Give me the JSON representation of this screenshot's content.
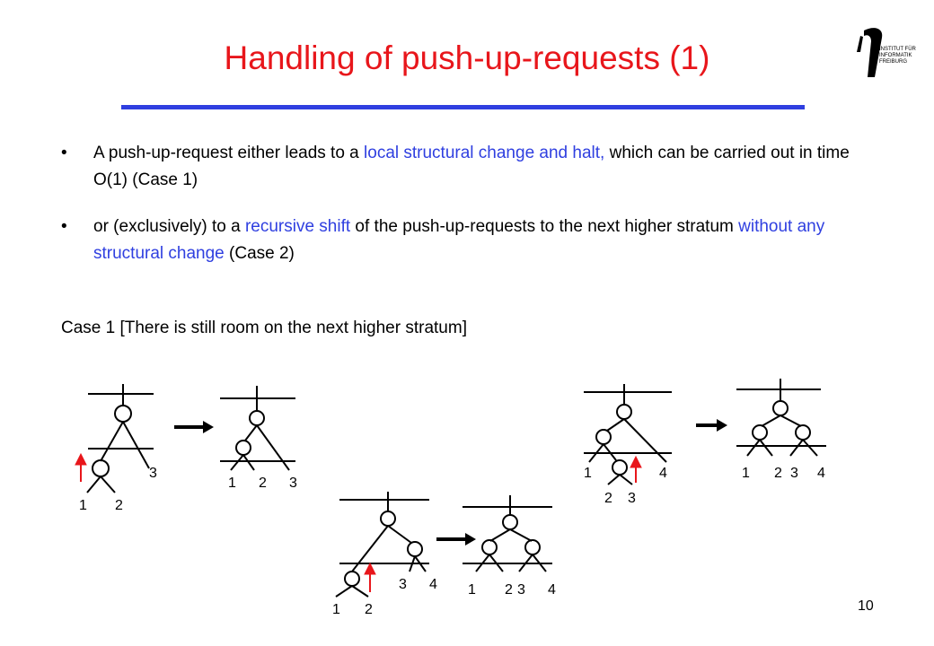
{
  "slide": {
    "title": "Handling of push-up-requests (1)",
    "logo": {
      "text": "INSTITUT FÜR\nINFORMATIK\nFREIBURG"
    },
    "bullets": [
      {
        "marker": "•",
        "seg1": "A push-up-request either leads to a ",
        "seg2": "local structural change and halt,",
        "seg3": " which can be carried out in time O(1) (Case 1)"
      },
      {
        "marker": "•",
        "seg1": "or (exclusively) to a ",
        "seg2": "recursive shift",
        "seg3": " of the push-up-requests to the next higher stratum ",
        "seg4": "without any structural change",
        "seg5": " (Case 2)"
      }
    ],
    "case_heading": "Case 1 [There is still room on the next higher stratum]",
    "page_number": "10"
  },
  "diagram_labels": {
    "d1": [
      "3",
      "1",
      "2"
    ],
    "d2": [
      "1",
      "2",
      "3"
    ],
    "d3": [
      "3",
      "4",
      "1",
      "2"
    ],
    "d4": [
      "1",
      "2",
      "3",
      "4"
    ],
    "d5": [
      "1",
      "4",
      "2",
      "3"
    ],
    "d6": [
      "1",
      "2",
      "3",
      "4"
    ]
  },
  "colors": {
    "title": "#e8161b",
    "accent": "#2f3fe0",
    "arrow": "#e8161b"
  }
}
